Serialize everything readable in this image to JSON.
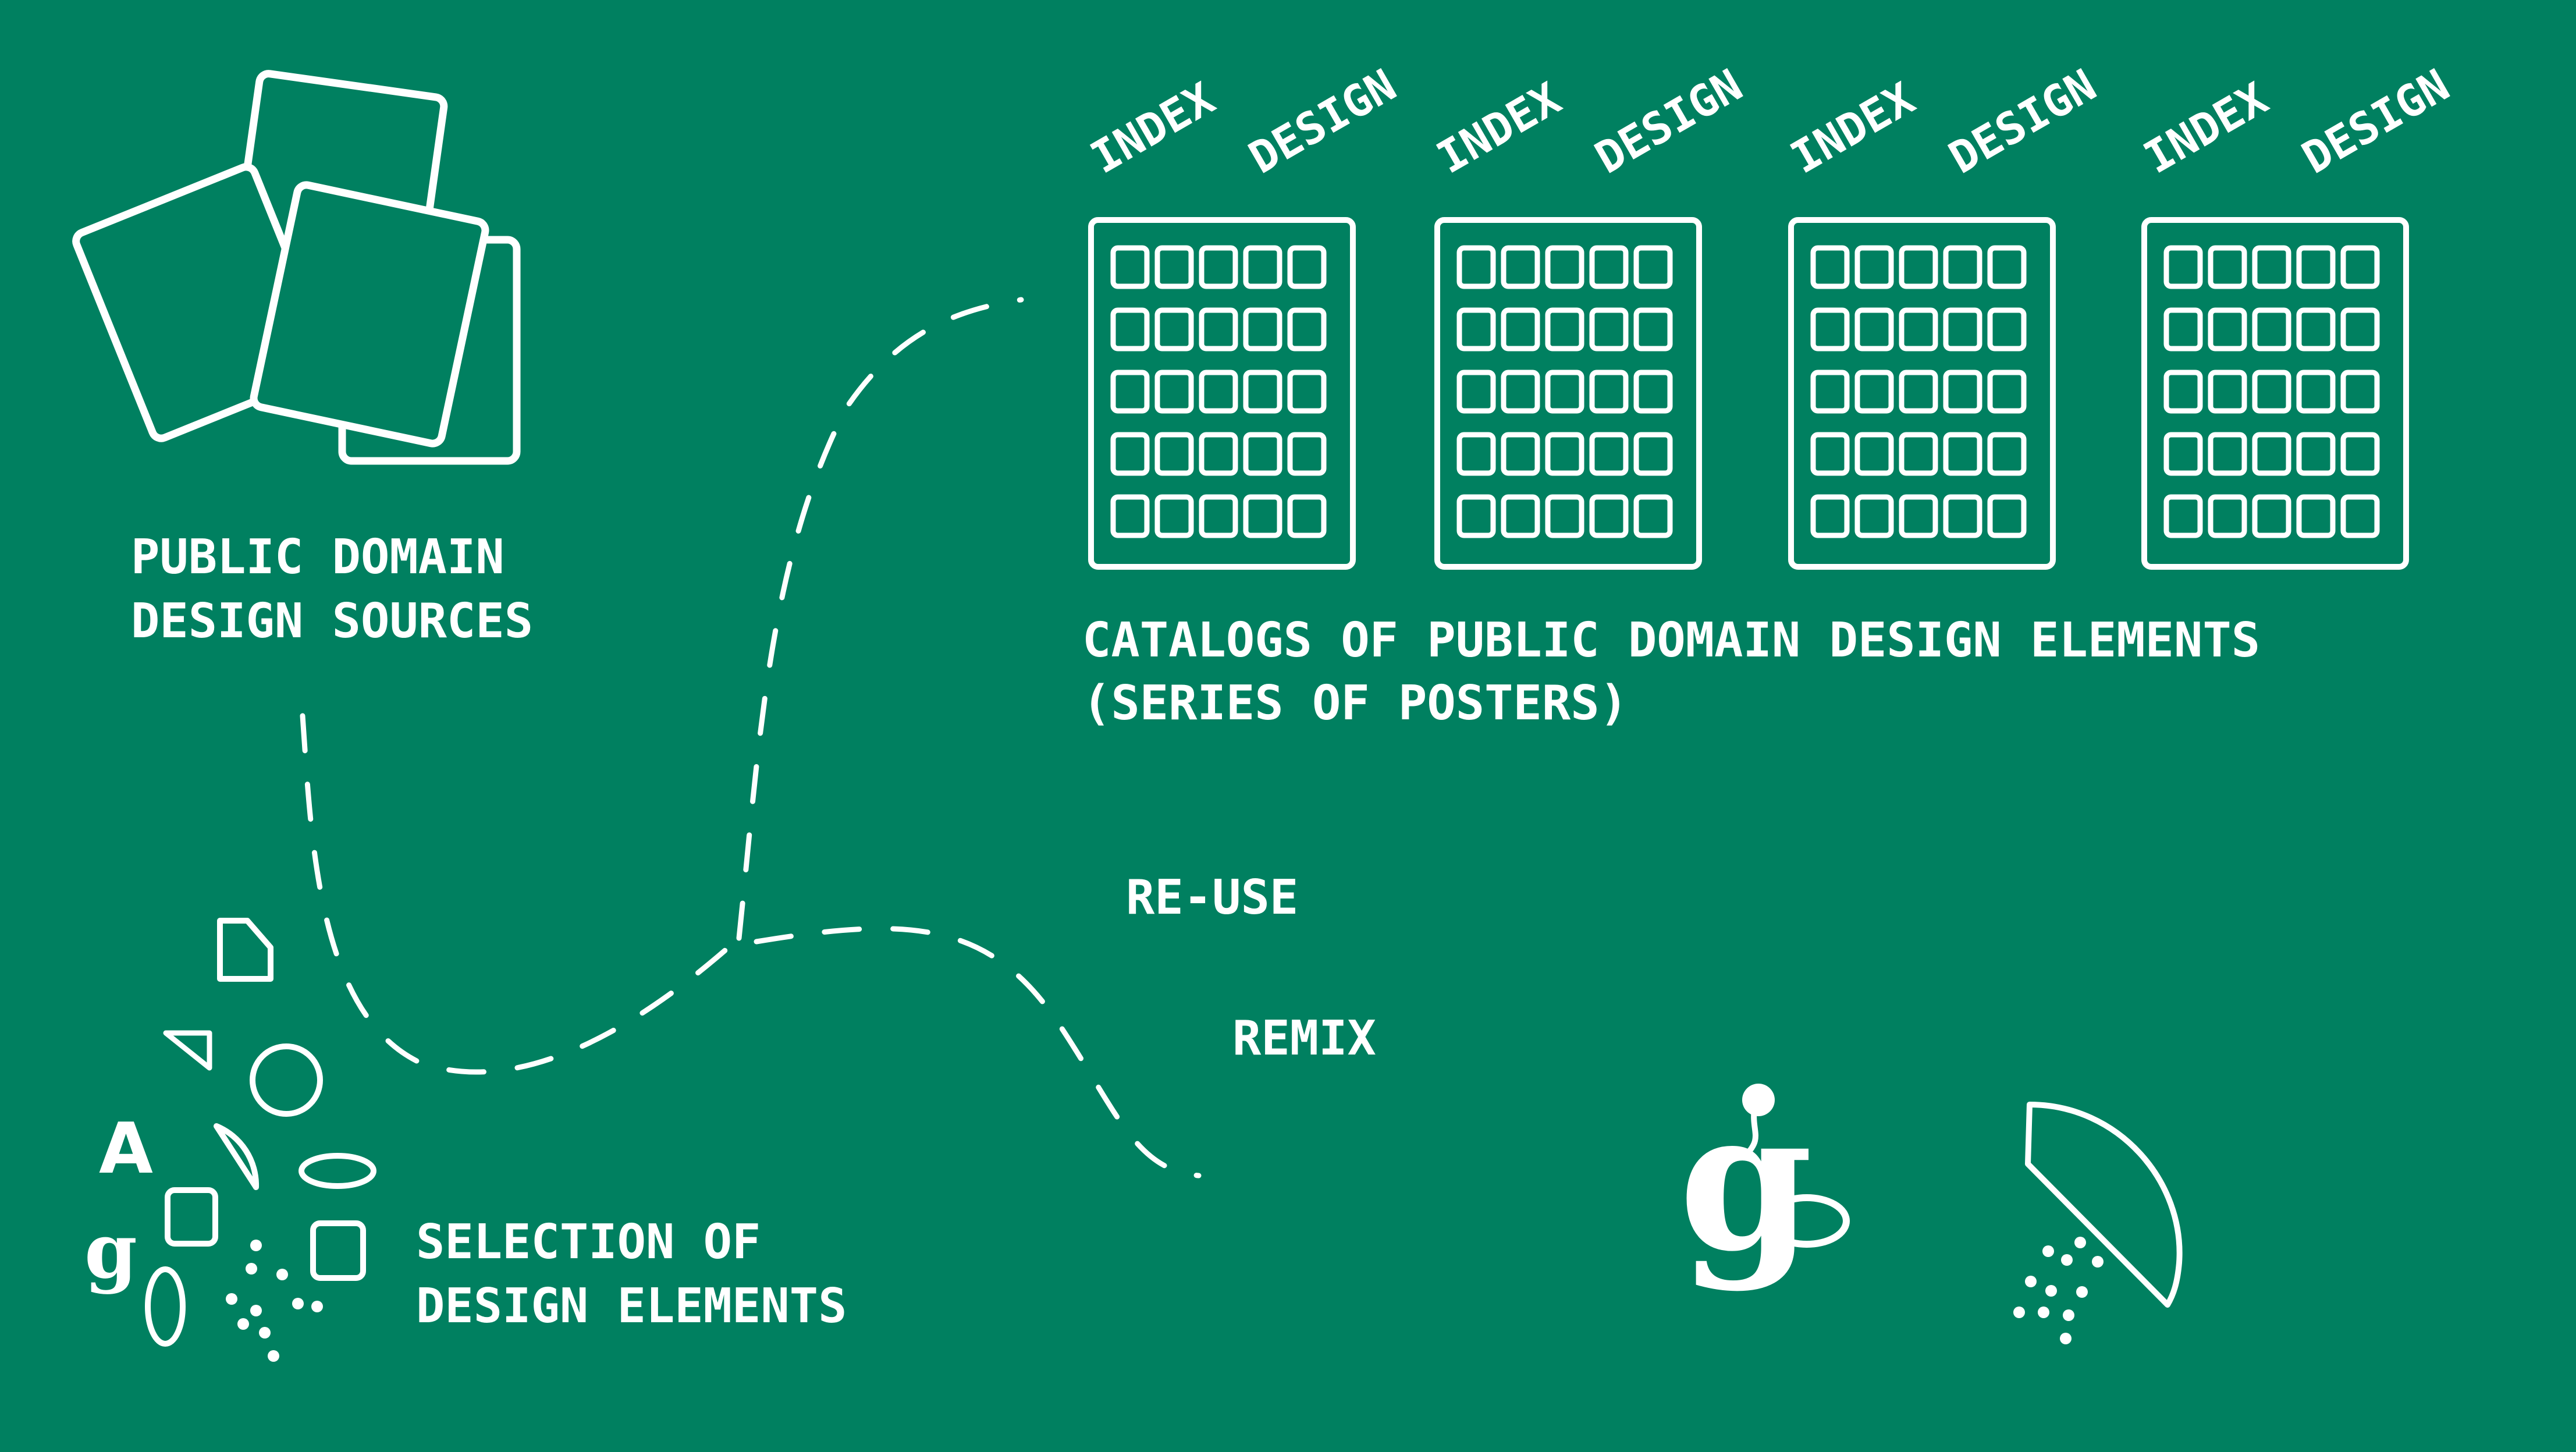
{
  "colors": {
    "background": "#008060",
    "foreground": "#ffffff"
  },
  "labels": {
    "sources_line1": "PUBLIC DOMAIN",
    "sources_line2": "DESIGN SOURCES",
    "catalogs_line1": "CATALOGS OF PUBLIC DOMAIN DESIGN ELEMENTS",
    "catalogs_line2": "(SERIES OF POSTERS)",
    "reuse": "RE-USE",
    "remix": "REMIX",
    "selection_line1": "SELECTION OF",
    "selection_line2": "DESIGN ELEMENTS"
  },
  "posters": [
    {
      "index_label": "INDEX",
      "design_label": "DESIGN"
    },
    {
      "index_label": "INDEX",
      "design_label": "DESIGN"
    },
    {
      "index_label": "INDEX",
      "design_label": "DESIGN"
    },
    {
      "index_label": "INDEX",
      "design_label": "DESIGN"
    }
  ],
  "poster_grid": {
    "rows": 5,
    "cols": 5
  },
  "icons": {
    "sources": "stacked-pages-icon",
    "poster": "poster-grid-icon",
    "glyph": "letter-g-icon",
    "shape": "half-circle-sprinkle-icon"
  }
}
